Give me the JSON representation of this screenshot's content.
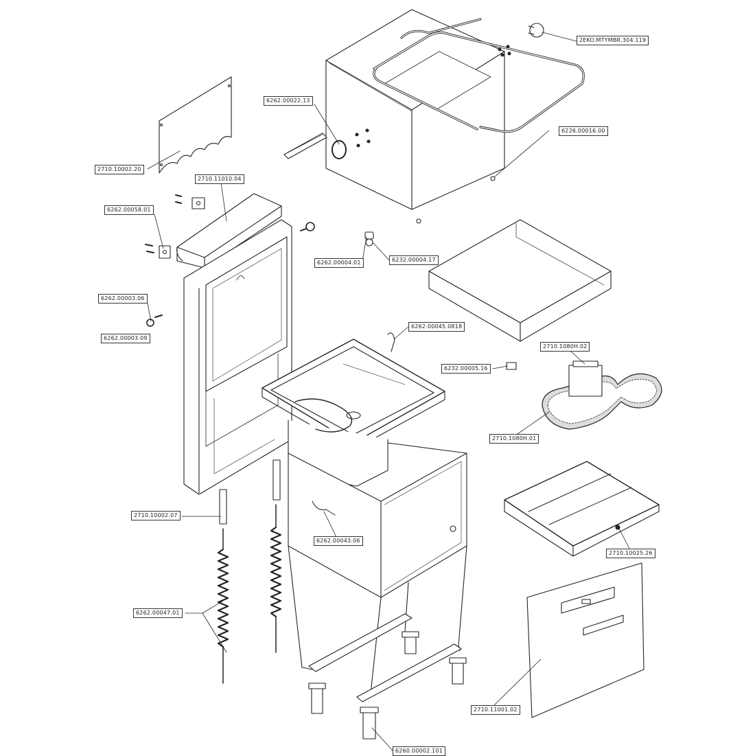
{
  "labels": {
    "tank_heater": "2EKO.MTYMBR.304.119",
    "heater_element": "6262.00022.13",
    "tank_foot": "6226.00016.00",
    "back_panel": "2710.10002.20",
    "top_cover": "2710.11010.04",
    "hinge_block": "6262.00058.01",
    "bolt": "6262.00003.06",
    "nut": "6262.00003.09",
    "valve": "6262.00004.01",
    "valve_cap": "6232.00004.17",
    "wire_clip": "6262.00045.0818",
    "rinse_tray": "2710.1080H.02",
    "switch": "6232.00005.16",
    "filter_mat": "2710.1080H.01",
    "side_bracket": "2710.10002.07",
    "bracket_pin": "6262.00043.06",
    "rack_frame": "2710.10025.26",
    "springs": "6262.00047.01",
    "front_door": "2710.11001.02",
    "leveling_foot": "6260.00002.101"
  }
}
